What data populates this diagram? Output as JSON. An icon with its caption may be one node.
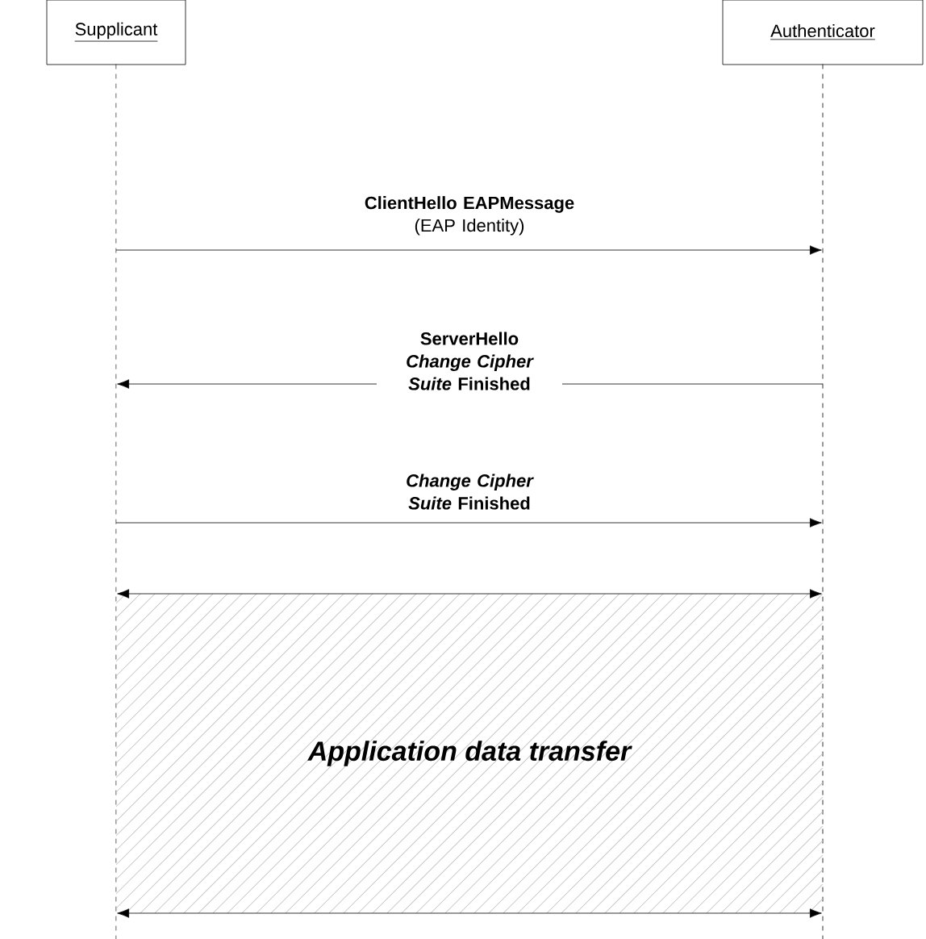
{
  "diagram": {
    "nodes": [
      {
        "text": [
          "Supplicant"
        ]
      },
      {
        "text": [
          "Authenticator"
        ]
      },
      {
        "text": [],
        "shape": "line"
      },
      {
        "text": [],
        "shape": "line"
      },
      {
        "text": [
          "Application data transfer"
        ]
      }
    ],
    "edges": [
      {
        "from": 2,
        "to": 3,
        "arrow": "to",
        "label": "**ClientHello** **EAPMessage** (EAP Identity)"
      },
      {
        "from": 3,
        "to": 2,
        "arrow": "to",
        "label": "ServerHello *Change Cipher Suite* Finished"
      },
      {
        "from": 2,
        "to": 3,
        "arrow": "to",
        "label": "*Change Cipher Suite* Finished"
      },
      {
        "from": 2,
        "to": 3,
        "arrow": "both"
      },
      {
        "from": 2,
        "to": 3,
        "arrow": "both"
      }
    ]
  }
}
